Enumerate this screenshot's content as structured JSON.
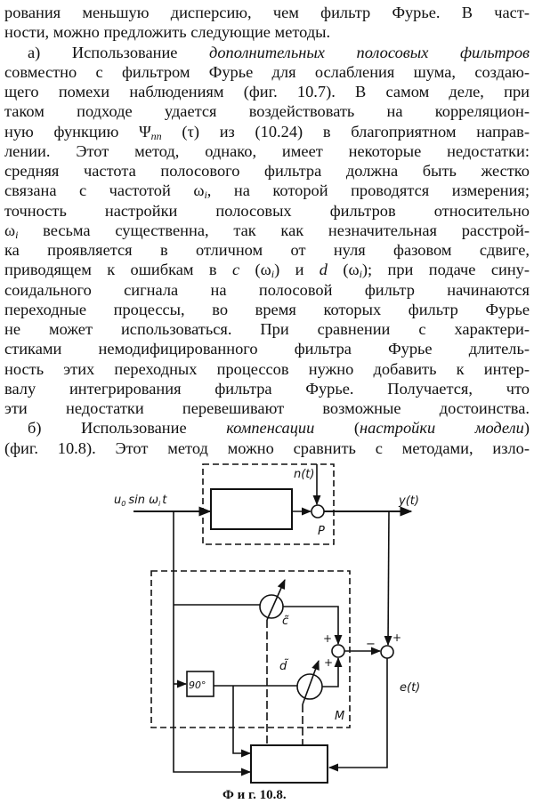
{
  "body": {
    "lines": [
      [
        {
          "t": "рования меньшую дисперсию, чем фильтр Фурье. В част-",
          "s": "n"
        }
      ],
      [
        {
          "t": "ности, можно предложить следующие методы.",
          "s": "n"
        }
      ],
      [
        {
          "t": "а) Использование ",
          "s": "n"
        },
        {
          "t": "дополнительных полосовых фильтров",
          "s": "i"
        }
      ],
      [
        {
          "t": "совместно с фильтром Фурье для ослабления шума, создаю-",
          "s": "n"
        }
      ],
      [
        {
          "t": "щего помехи наблюдениям (фиг. 10.7). В самом деле, при",
          "s": "n"
        }
      ],
      [
        {
          "t": "таком подходе удается воздействовать на корреляцион-",
          "s": "n"
        }
      ],
      [
        {
          "t": "ную функцию Ψ",
          "s": "n"
        },
        {
          "t": "nn",
          "s": "sub"
        },
        {
          "t": " (τ) из (10.24) в благоприятном направ-",
          "s": "n"
        }
      ],
      [
        {
          "t": "лении. Этот метод, однако, имеет некоторые недостатки:",
          "s": "n"
        }
      ],
      [
        {
          "t": "средняя частота полосового фильтра должна быть жестко",
          "s": "n"
        }
      ],
      [
        {
          "t": "связана с частотой ω",
          "s": "n"
        },
        {
          "t": "i",
          "s": "sub"
        },
        {
          "t": ", на которой проводятся измерения;",
          "s": "n"
        }
      ],
      [
        {
          "t": "точность настройки полосовых фильтров относительно",
          "s": "n"
        }
      ],
      [
        {
          "t": "ω",
          "s": "n"
        },
        {
          "t": "i",
          "s": "sub"
        },
        {
          "t": " весьма существенна, так как незначительная расстрой-",
          "s": "n"
        }
      ],
      [
        {
          "t": "ка проявляется в отличном от нуля фазовом сдвиге,",
          "s": "n"
        }
      ],
      [
        {
          "t": "приводящем к ошибкам в ",
          "s": "n"
        },
        {
          "t": "c",
          "s": "i"
        },
        {
          "t": " (ω",
          "s": "n"
        },
        {
          "t": "i",
          "s": "sub"
        },
        {
          "t": ") и ",
          "s": "n"
        },
        {
          "t": "d",
          "s": "i"
        },
        {
          "t": " (ω",
          "s": "n"
        },
        {
          "t": "i",
          "s": "sub"
        },
        {
          "t": "); при подаче сину-",
          "s": "n"
        }
      ],
      [
        {
          "t": "соидального сигнала на полосовой фильтр начинаются",
          "s": "n"
        }
      ],
      [
        {
          "t": "переходные процессы, во время которых фильтр Фурье",
          "s": "n"
        }
      ],
      [
        {
          "t": "не может использоваться. При сравнении с характери-",
          "s": "n"
        }
      ],
      [
        {
          "t": "стиками немодифицированного фильтра Фурье длитель-",
          "s": "n"
        }
      ],
      [
        {
          "t": "ность этих переходных процессов нужно добавить к интер-",
          "s": "n"
        }
      ],
      [
        {
          "t": "валу интегрирования фильтра Фурье. Получается, что",
          "s": "n"
        }
      ],
      [
        {
          "t": "эти недостатки перевешивают возможные достоинства.",
          "s": "n"
        }
      ],
      [
        {
          "t": "б) Использование ",
          "s": "n"
        },
        {
          "t": "компенсации",
          "s": "i"
        },
        {
          "t": " (",
          "s": "n"
        },
        {
          "t": "настройки модели",
          "s": "i"
        },
        {
          "t": ")",
          "s": "n"
        }
      ],
      [
        {
          "t": "(фиг. 10.8). Этот метод можно сравнить с методами, изло-",
          "s": "n"
        }
      ]
    ],
    "indent_lines": [
      2,
      21
    ],
    "last_lines": [
      1
    ]
  },
  "figure": {
    "input_u": "u",
    "input_u_sub": "0",
    "input_mid": "sin ω",
    "input_i_sub": "i",
    "input_t": "t",
    "noise_label": "n(t)",
    "plant_sum_label": "P",
    "output_label": "y(t)",
    "error_label": "e(t)",
    "model_label": "M",
    "c_label": "c̃",
    "d_label": "d̃",
    "phase_block_label": "90°",
    "plus": "+",
    "minus": "−",
    "caption": "Ф и г.  10.8."
  }
}
